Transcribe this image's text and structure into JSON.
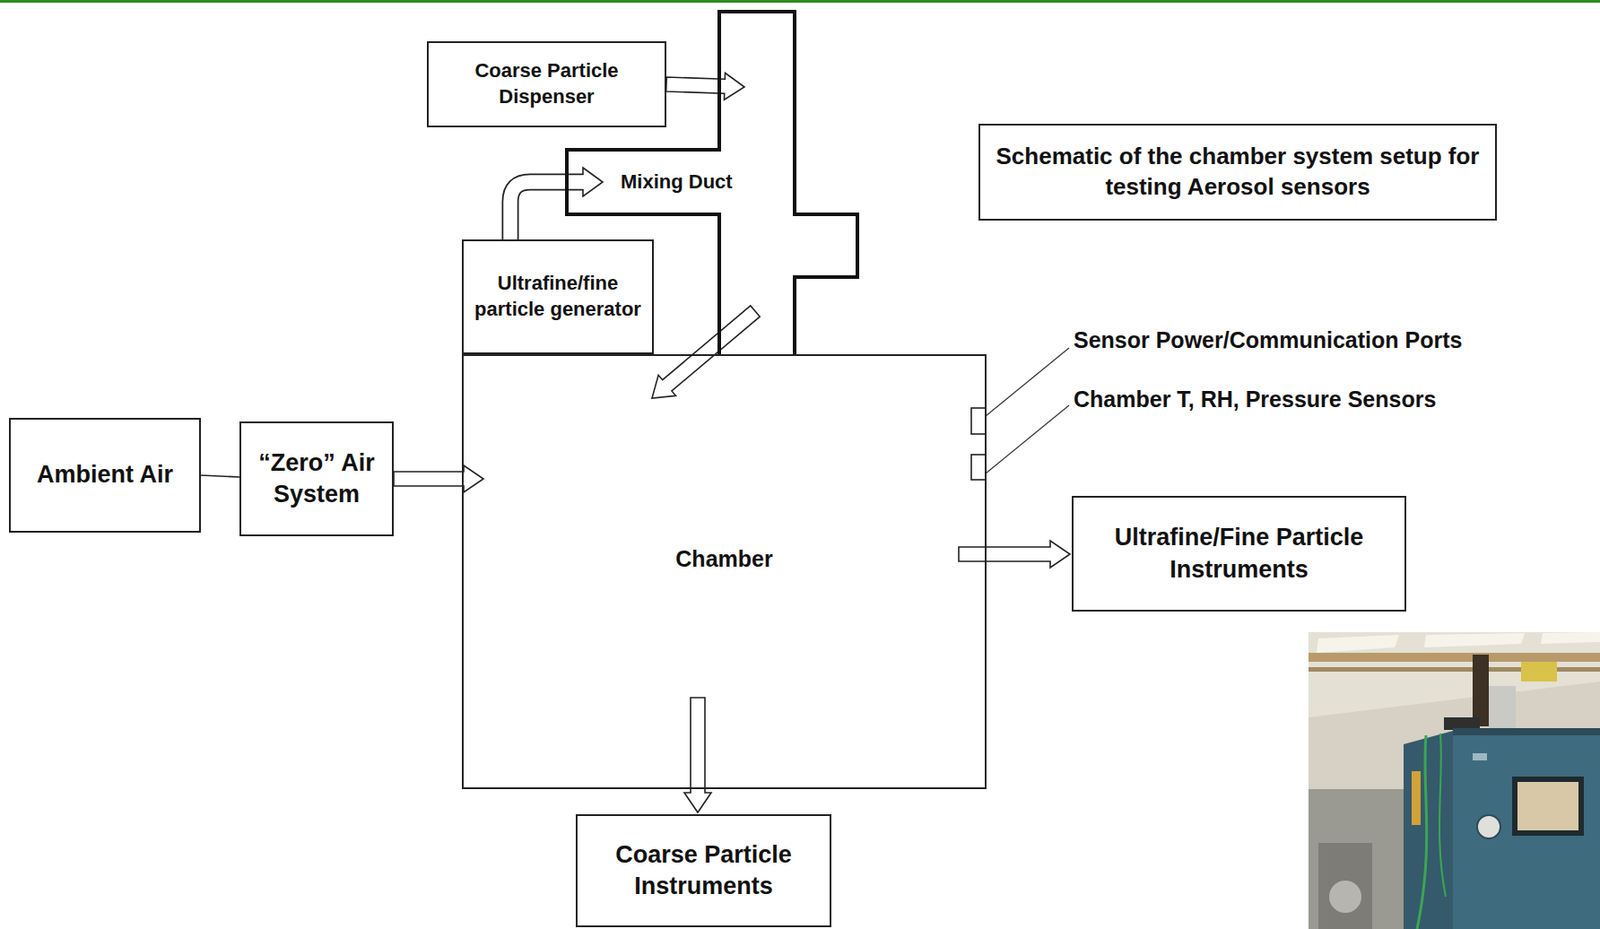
{
  "diagram": {
    "title": "Schematic of the chamber system setup for testing Aerosol sensors",
    "nodes": [
      {
        "text": [
          "Coarse Particle Dispenser"
        ]
      },
      {
        "text": [
          "Mixing Duct"
        ]
      },
      {
        "text": [
          "Ultrafine/fine particle generator"
        ]
      },
      {
        "text": [
          "Ambient Air"
        ]
      },
      {
        "text": [
          "“Zero” Air System"
        ]
      },
      {
        "text": [
          "Chamber"
        ]
      },
      {
        "text": [
          "Ultrafine/Fine Particle Instruments"
        ]
      },
      {
        "text": [
          "Coarse Particle Instruments"
        ]
      }
    ],
    "edges": [
      {
        "from": 0,
        "to": 1,
        "arrow": "to"
      },
      {
        "from": 2,
        "to": 1,
        "arrow": "to"
      },
      {
        "from": 1,
        "to": 5,
        "arrow": "to"
      },
      {
        "from": 3,
        "to": 4,
        "arrow": "none"
      },
      {
        "from": 4,
        "to": 5,
        "arrow": "to"
      },
      {
        "from": 5,
        "to": 6,
        "arrow": "to"
      },
      {
        "from": 5,
        "to": 7,
        "arrow": "to"
      }
    ],
    "labels": [
      "Sensor Power/Communication Ports",
      "Chamber T, RH, Pressure Sensors"
    ]
  }
}
